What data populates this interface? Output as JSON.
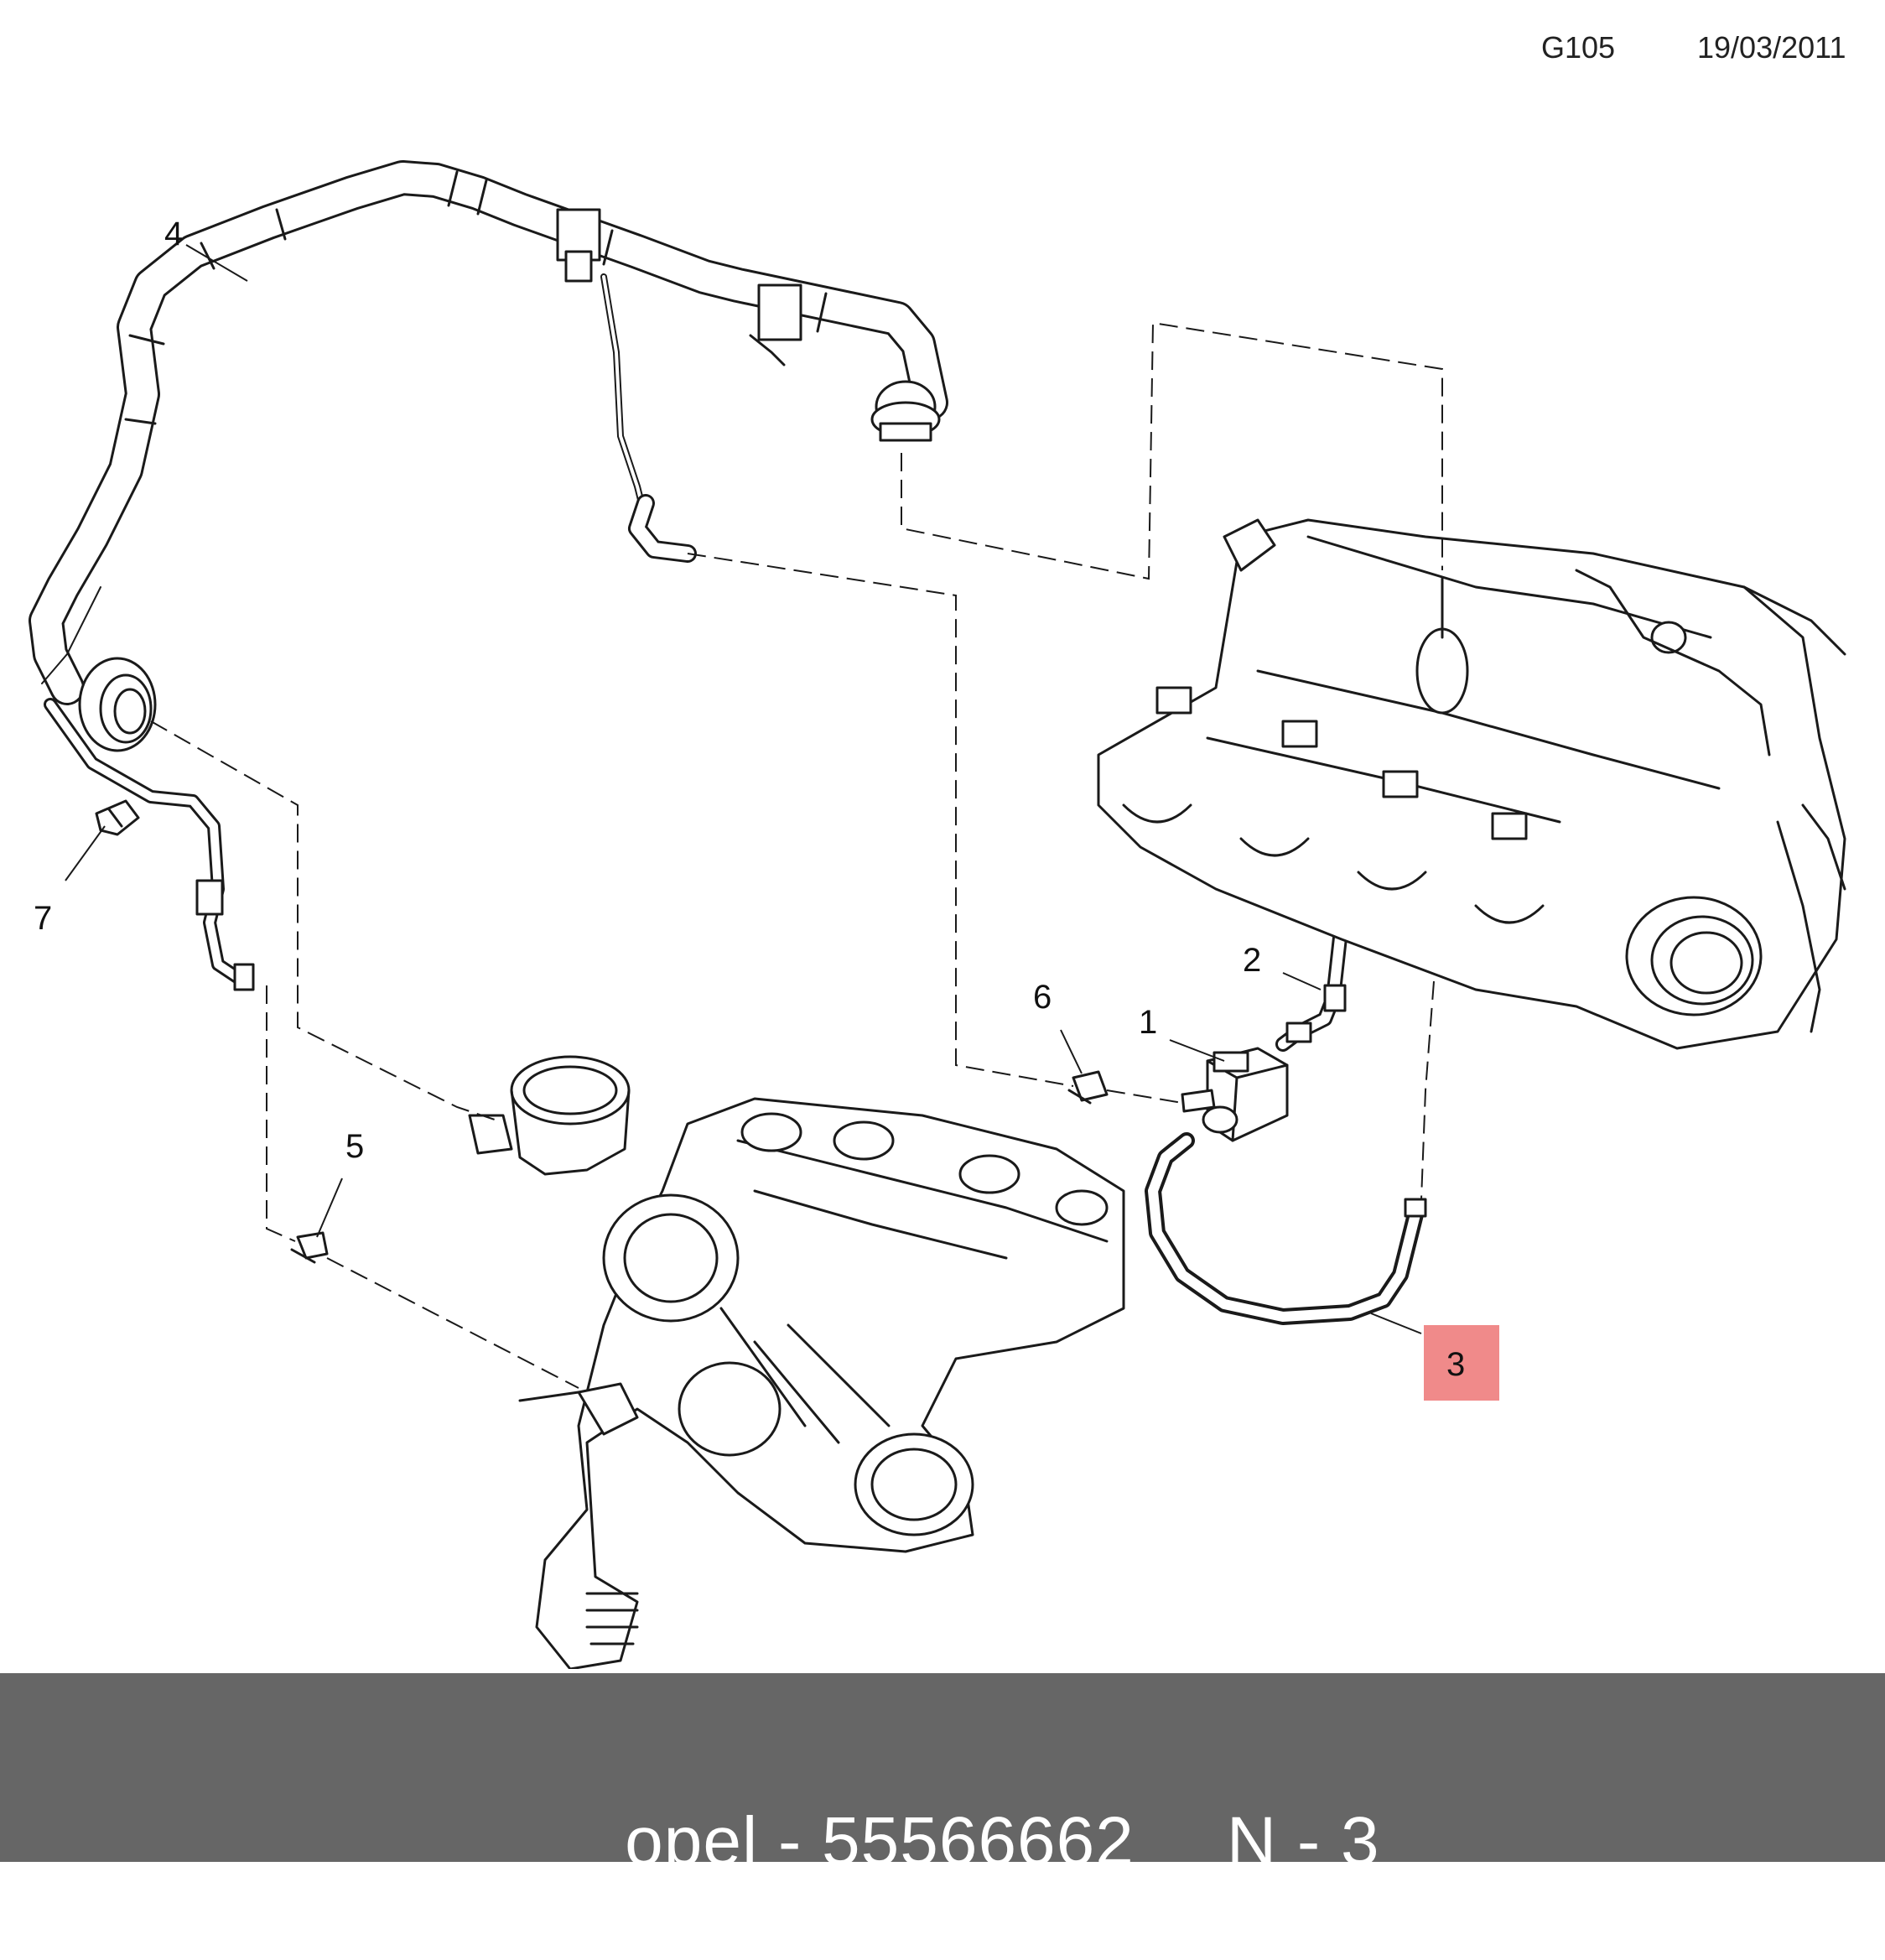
{
  "header": {
    "code": "G105",
    "date": "19/03/2011"
  },
  "callouts": [
    {
      "id": "1",
      "label": "1",
      "highlighted": false
    },
    {
      "id": "2",
      "label": "2",
      "highlighted": false
    },
    {
      "id": "3",
      "label": "3",
      "highlighted": true
    },
    {
      "id": "4",
      "label": "4",
      "highlighted": false
    },
    {
      "id": "5",
      "label": "5",
      "highlighted": false
    },
    {
      "id": "6",
      "label": "6",
      "highlighted": false
    },
    {
      "id": "7",
      "label": "7",
      "highlighted": false
    }
  ],
  "footer": {
    "part_text": "opel - 55566662",
    "ref_text": "N - 3"
  },
  "colors": {
    "highlight": "#f08a8a",
    "footer_bg": "#666666",
    "line": "#1a1a1a"
  }
}
